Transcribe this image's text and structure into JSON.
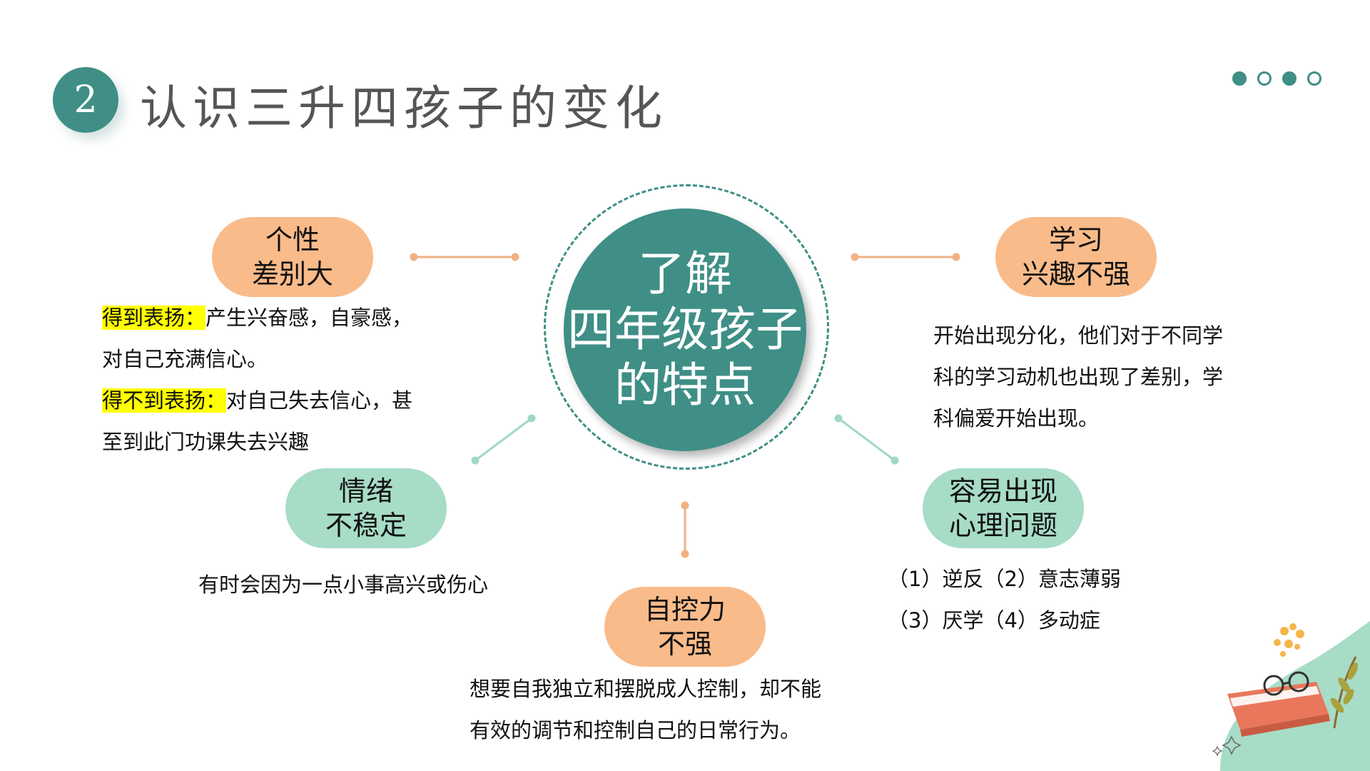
{
  "header": {
    "section_number": "2",
    "title": "认识三升四孩子的变化",
    "pagination_dots": [
      {
        "state": "filled"
      },
      {
        "state": "empty"
      },
      {
        "state": "filled"
      },
      {
        "state": "empty"
      }
    ]
  },
  "center": {
    "lines": [
      "了解",
      "四年级孩子",
      "的特点"
    ]
  },
  "nodes": {
    "personality": {
      "pill_line1": "个性",
      "pill_line2": "差别大",
      "praised_label": "得到表扬：",
      "praised_text": "产生兴奋感，自豪感，",
      "praised_text_cont": "对自己充满信心。",
      "not_praised_label": "得不到表扬：",
      "not_praised_text": "对自己失去信心，甚",
      "not_praised_text_cont": "至到此门功课失去兴趣"
    },
    "interest": {
      "pill_line1": "学习",
      "pill_line2": "兴趣不强",
      "desc_line1": "开始出现分化，他们对于不同学",
      "desc_line2": "科的学习动机也出现了差别，学",
      "desc_line3": "科偏爱开始出现。"
    },
    "emotion": {
      "pill_line1": "情绪",
      "pill_line2": "不稳定",
      "desc": "有时会因为一点小事高兴或伤心"
    },
    "psychology": {
      "pill_line1": "容易出现",
      "pill_line2": "心理问题",
      "desc_line1": "（1）逆反（2）意志薄弱",
      "desc_line2": "（3）厌学（4）多动症"
    },
    "self_control": {
      "pill_line1": "自控力",
      "pill_line2": "不强",
      "desc_line1": "想要自我独立和摆脱成人控制，却不能",
      "desc_line2": "有效的调节和控制自己的日常行为。"
    }
  },
  "colors": {
    "teal": "#3f8f86",
    "orange_pill": "#f9bb8a",
    "green_pill": "#a7dcc7",
    "highlight": "#ffff00",
    "orange_connector": "#f2b183",
    "green_connector": "#9fd8c6"
  },
  "decoration": {
    "icon": "book-glasses-plant-illustration"
  }
}
